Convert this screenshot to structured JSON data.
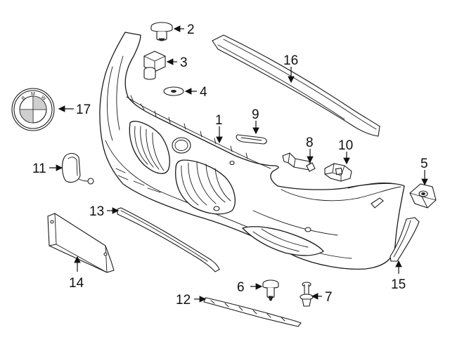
{
  "diagram": {
    "callouts": [
      {
        "id": "c1",
        "label": "1"
      },
      {
        "id": "c2",
        "label": "2"
      },
      {
        "id": "c3",
        "label": "3"
      },
      {
        "id": "c4",
        "label": "4"
      },
      {
        "id": "c5",
        "label": "5"
      },
      {
        "id": "c6",
        "label": "6"
      },
      {
        "id": "c7",
        "label": "7"
      },
      {
        "id": "c8",
        "label": "8"
      },
      {
        "id": "c9",
        "label": "9"
      },
      {
        "id": "c10",
        "label": "10"
      },
      {
        "id": "c11",
        "label": "11"
      },
      {
        "id": "c12",
        "label": "12"
      },
      {
        "id": "c13",
        "label": "13"
      },
      {
        "id": "c14",
        "label": "14"
      },
      {
        "id": "c15",
        "label": "15"
      },
      {
        "id": "c16",
        "label": "16"
      },
      {
        "id": "c17",
        "label": "17"
      }
    ],
    "emblem_letters": [
      "B",
      "M",
      "W"
    ],
    "line_color": "#1a1a1a",
    "background": "#ffffff"
  }
}
